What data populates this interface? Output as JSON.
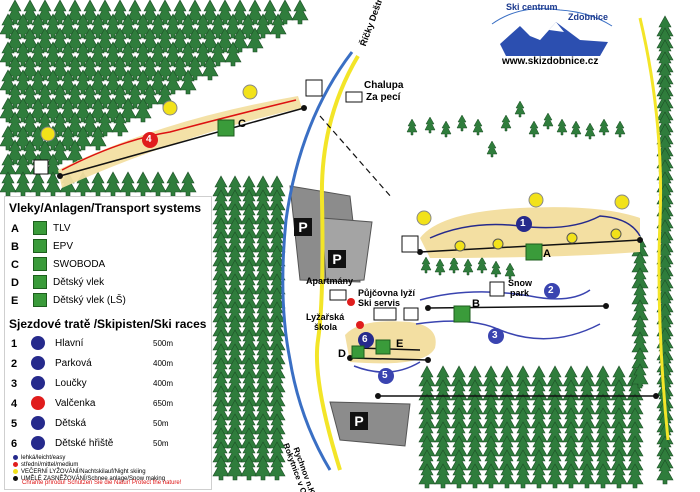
{
  "logo": {
    "text_a": "Ski centrum",
    "text_b": "Zdobnice",
    "url": "www.skizdobnice.cz"
  },
  "map_labels": {
    "river": "Říčky Deštné",
    "chalupa": "Chalupa",
    "za_peci": "Za pecí",
    "apartmany": "Apartmány",
    "pujcovna_1": "Půjčovna lyží",
    "pujcovna_2": "Ski servis",
    "lyzarska_1": "Lyžařská",
    "lyzarska_2": "škola",
    "snow_1": "Snow",
    "snow_2": "park",
    "road": "Rychnov n.Kn.",
    "road_2": "Rokytnice v O.h.",
    "parking": "P",
    "lift_letters": [
      "A",
      "B",
      "C",
      "D",
      "E"
    ],
    "piste_numbers": [
      "1",
      "2",
      "3",
      "4",
      "5",
      "6"
    ]
  },
  "legend": {
    "lifts_title": "Vleky/Anlagen/Transport systems",
    "lifts": [
      {
        "key": "A",
        "name": "TLV"
      },
      {
        "key": "B",
        "name": "EPV"
      },
      {
        "key": "C",
        "name": "SWOBODA"
      },
      {
        "key": "D",
        "name": "Dětský vlek"
      },
      {
        "key": "E",
        "name": "Dětský vlek (LŠ)"
      }
    ],
    "pistes_title": "Sjezdové tratě /Skipisten/Ski races",
    "pistes": [
      {
        "key": "1",
        "name": "Hlavní",
        "length": "500m",
        "color": "#262a8c"
      },
      {
        "key": "2",
        "name": "Parková",
        "length": "400m",
        "color": "#262a8c"
      },
      {
        "key": "3",
        "name": "Loučky",
        "length": "400m",
        "color": "#262a8c"
      },
      {
        "key": "4",
        "name": "Valčenka",
        "length": "650m",
        "color": "#e01d1d"
      },
      {
        "key": "5",
        "name": "Dětská",
        "length": "50m",
        "color": "#262a8c"
      },
      {
        "key": "6",
        "name": "Dětské hřiště",
        "length": "50m",
        "color": "#262a8c"
      }
    ],
    "notes": [
      {
        "text": "lehká/leicht/easy",
        "color": "#262a8c"
      },
      {
        "text": "střední/mittel/medium",
        "color": "#e01d1d"
      },
      {
        "text": "VEČERNÍ LYŽOVÁNÍ/Nachtskilauf/Night skiing",
        "color": "#f2e21a"
      },
      {
        "text": "UMĚLÉ ZASNĚŽOVÁNÍ/Schnee anlage/Snow making",
        "color": "#111111"
      }
    ],
    "warning": "Chraňte přírodu! Schützen Sie die Natur! Protect the nature!"
  }
}
